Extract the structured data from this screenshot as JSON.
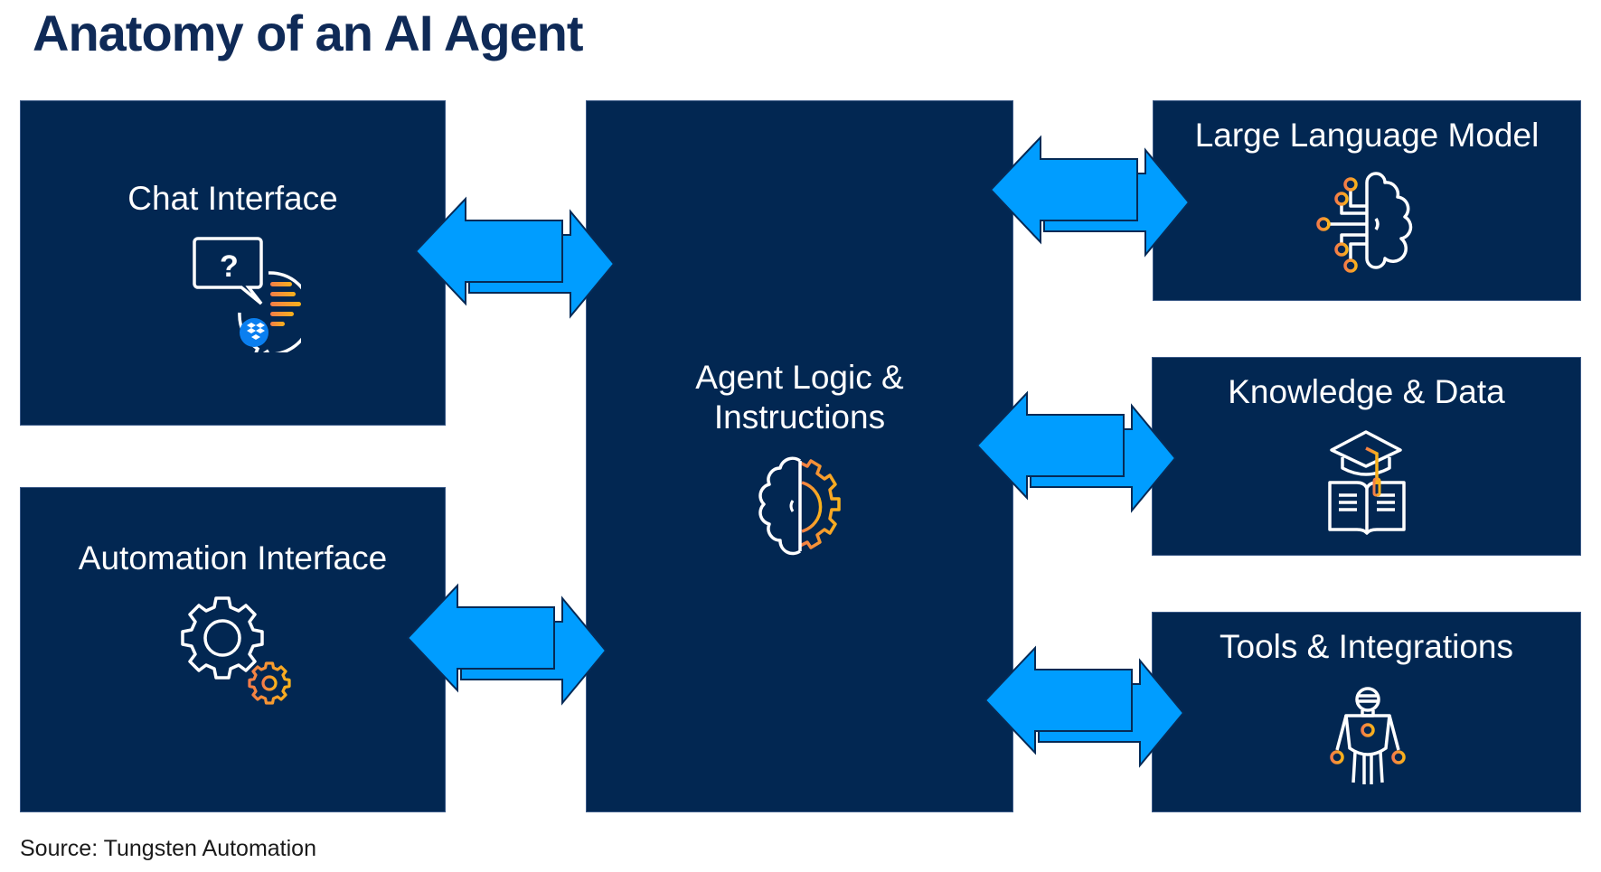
{
  "title": "Anatomy of an AI Agent",
  "boxes": {
    "chat": {
      "label": "Chat Interface",
      "icon": "chat-question-icon"
    },
    "automation": {
      "label": "Automation Interface",
      "icon": "gears-icon"
    },
    "agent": {
      "label_line1": "Agent Logic &",
      "label_line2": "Instructions",
      "icon": "brain-gear-icon"
    },
    "llm": {
      "label": "Large Language Model",
      "icon": "brain-circuit-icon"
    },
    "knowledge": {
      "label": "Knowledge & Data",
      "icon": "graduation-book-icon"
    },
    "tools": {
      "label": "Tools & Integrations",
      "icon": "robot-icon"
    }
  },
  "connections": [
    {
      "from": "Chat Interface",
      "to": "Agent Logic & Instructions",
      "type": "bidirectional"
    },
    {
      "from": "Automation Interface",
      "to": "Agent Logic & Instructions",
      "type": "bidirectional"
    },
    {
      "from": "Agent Logic & Instructions",
      "to": "Large Language Model",
      "type": "bidirectional"
    },
    {
      "from": "Agent Logic & Instructions",
      "to": "Knowledge & Data",
      "type": "bidirectional"
    },
    {
      "from": "Agent Logic & Instructions",
      "to": "Tools & Integrations",
      "type": "bidirectional"
    }
  ],
  "colors": {
    "box": "#022752",
    "arrow": "#009dff",
    "accent_orange": "#f47c48",
    "accent_yellow": "#f9b21b",
    "title": "#0f2a57"
  },
  "source": "Source: Tungsten Automation"
}
